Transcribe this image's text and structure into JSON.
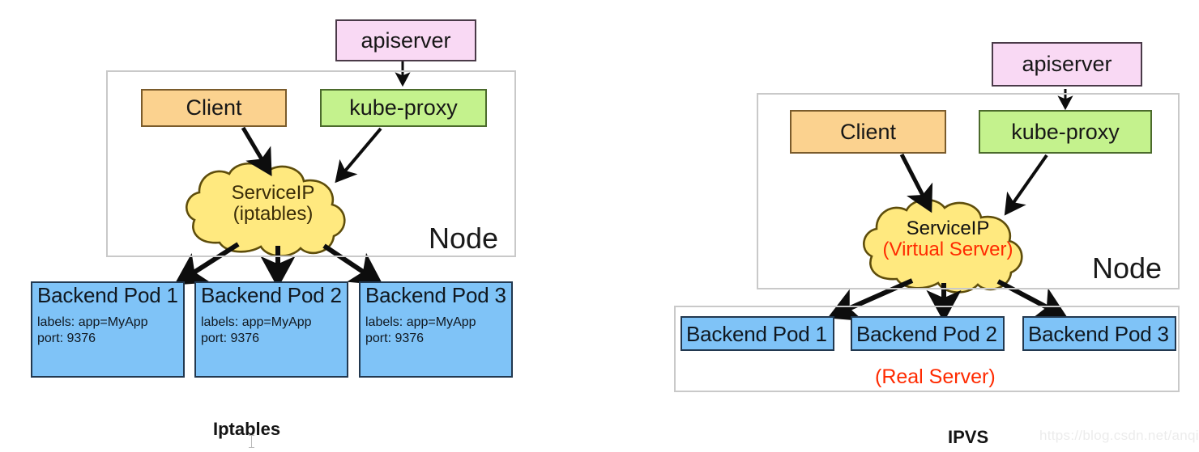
{
  "diagram": {
    "title_left": "Iptables",
    "title_right": "IPVS",
    "watermark": "https://blog.csdn.net/anqixiang",
    "colors": {
      "apiserver_fill": "#f9d9f4",
      "client_fill": "#fbd28f",
      "kubeproxy_fill": "#c4f28d",
      "pod_fill": "#7fc3f7",
      "cloud_fill": "#ffe97f",
      "accent_red": "#ff2a00",
      "frame_border": "#c9c9c9"
    }
  },
  "left": {
    "apiserver": "apiserver",
    "node_label": "Node",
    "client": "Client",
    "kube_proxy": "kube-proxy",
    "cloud": {
      "line1": "ServiceIP",
      "line2": "(iptables)"
    },
    "pods": [
      {
        "title": "Backend Pod 1",
        "labels": "labels: app=MyApp",
        "port": "port: 9376"
      },
      {
        "title": "Backend Pod 2",
        "labels": "labels: app=MyApp",
        "port": "port: 9376"
      },
      {
        "title": "Backend Pod 3",
        "labels": "labels: app=MyApp",
        "port": "port: 9376"
      }
    ]
  },
  "right": {
    "apiserver": "apiserver",
    "node_label": "Node",
    "client": "Client",
    "kube_proxy": "kube-proxy",
    "cloud": {
      "line1": "ServiceIP",
      "line2": "(Virtual Server)"
    },
    "pods": [
      {
        "title": "Backend Pod 1"
      },
      {
        "title": "Backend Pod 2"
      },
      {
        "title": "Backend Pod 3"
      }
    ],
    "real_server": "(Real Server)"
  }
}
